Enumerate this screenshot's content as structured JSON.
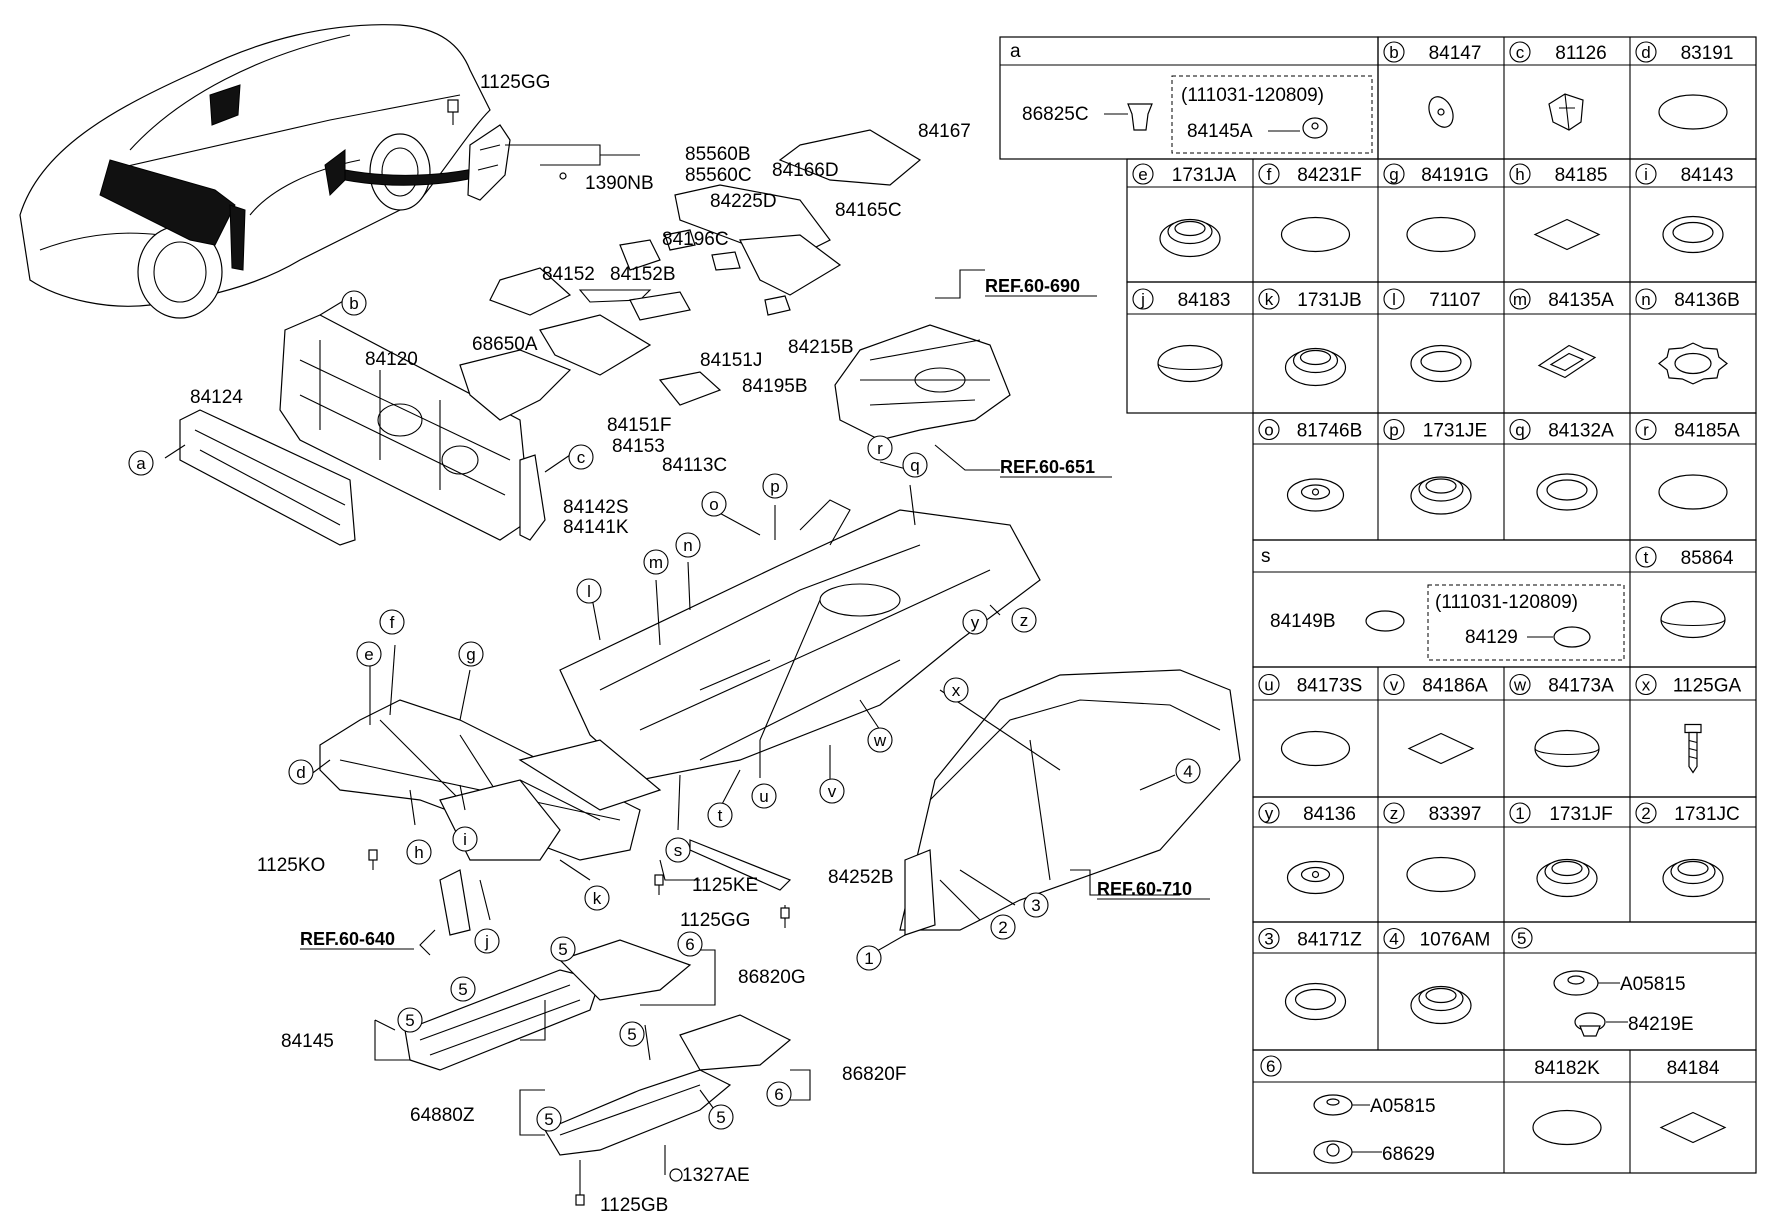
{
  "diagram": {
    "refs": [
      "REF.60-690",
      "REF.60-651",
      "REF.60-640",
      "REF.60-710"
    ],
    "parts": [
      {
        "id": "p1",
        "text": "1125GG"
      },
      {
        "id": "p2",
        "text": "85560B"
      },
      {
        "id": "p3",
        "text": "85560C"
      },
      {
        "id": "p4",
        "text": "1390NB"
      },
      {
        "id": "p5",
        "text": "84167"
      },
      {
        "id": "p6",
        "text": "84166D"
      },
      {
        "id": "p7",
        "text": "84225D"
      },
      {
        "id": "p8",
        "text": "84165C"
      },
      {
        "id": "p9",
        "text": "84196C"
      },
      {
        "id": "p10",
        "text": "84152"
      },
      {
        "id": "p11",
        "text": "84152B"
      },
      {
        "id": "p12",
        "text": "84215B"
      },
      {
        "id": "p13",
        "text": "84151J"
      },
      {
        "id": "p14",
        "text": "84195B"
      },
      {
        "id": "p15",
        "text": "84151F"
      },
      {
        "id": "p16",
        "text": "84153"
      },
      {
        "id": "p17",
        "text": "84113C"
      },
      {
        "id": "p18",
        "text": "68650A"
      },
      {
        "id": "p19",
        "text": "84120"
      },
      {
        "id": "p20",
        "text": "84124"
      },
      {
        "id": "p21",
        "text": "84142S"
      },
      {
        "id": "p22",
        "text": "84141K"
      },
      {
        "id": "p23",
        "text": "1125KO"
      },
      {
        "id": "p24",
        "text": "1125KE"
      },
      {
        "id": "p25",
        "text": "84252B"
      },
      {
        "id": "p26",
        "text": "1125GG"
      },
      {
        "id": "p27",
        "text": "86820G"
      },
      {
        "id": "p28",
        "text": "84145"
      },
      {
        "id": "p29",
        "text": "86820F"
      },
      {
        "id": "p30",
        "text": "64880Z"
      },
      {
        "id": "p31",
        "text": "1327AE"
      },
      {
        "id": "p32",
        "text": "1125GB"
      }
    ],
    "callouts": [
      {
        "id": "c1",
        "text": "a"
      },
      {
        "id": "c2",
        "text": "b"
      },
      {
        "id": "c3",
        "text": "c"
      },
      {
        "id": "c4",
        "text": "d"
      },
      {
        "id": "c5",
        "text": "e"
      },
      {
        "id": "c6",
        "text": "f"
      },
      {
        "id": "c7",
        "text": "g"
      },
      {
        "id": "c8",
        "text": "h"
      },
      {
        "id": "c9",
        "text": "i"
      },
      {
        "id": "c10",
        "text": "j"
      },
      {
        "id": "c11",
        "text": "k"
      },
      {
        "id": "c12",
        "text": "l"
      },
      {
        "id": "c13",
        "text": "m"
      },
      {
        "id": "c14",
        "text": "n"
      },
      {
        "id": "c15",
        "text": "o"
      },
      {
        "id": "c16",
        "text": "p"
      },
      {
        "id": "c17",
        "text": "q"
      },
      {
        "id": "c18",
        "text": "r"
      },
      {
        "id": "c19",
        "text": "s"
      },
      {
        "id": "c20",
        "text": "t"
      },
      {
        "id": "c21",
        "text": "u"
      },
      {
        "id": "c22",
        "text": "v"
      },
      {
        "id": "c23",
        "text": "w"
      },
      {
        "id": "c24",
        "text": "x"
      },
      {
        "id": "c25",
        "text": "y"
      },
      {
        "id": "c26",
        "text": "z"
      },
      {
        "id": "c27",
        "text": "1"
      },
      {
        "id": "c28",
        "text": "2"
      },
      {
        "id": "c29",
        "text": "3"
      },
      {
        "id": "c30",
        "text": "4"
      },
      {
        "id": "c31",
        "text": "5"
      },
      {
        "id": "c32",
        "text": "5"
      },
      {
        "id": "c33",
        "text": "5"
      },
      {
        "id": "c34",
        "text": "5"
      },
      {
        "id": "c35",
        "text": "5"
      },
      {
        "id": "c36",
        "text": "5"
      },
      {
        "id": "c37",
        "text": "6"
      },
      {
        "id": "c38",
        "text": "6"
      }
    ]
  },
  "legend": {
    "a": {
      "key": "a",
      "left": "86825C",
      "date": "(111031-120809)",
      "right": "84145A"
    },
    "s": {
      "key": "s",
      "left": "84149B",
      "date": "(111031-120809)",
      "right": "84129"
    },
    "five": {
      "key": "5",
      "top": "A05815",
      "bottom": "84219E"
    },
    "six": {
      "key": "6",
      "top": "A05815",
      "bottom": "68629"
    },
    "cells": [
      {
        "id": "b",
        "key": "b",
        "code": "84147",
        "shape": "washer"
      },
      {
        "id": "c",
        "key": "c",
        "code": "81126",
        "shape": "clip"
      },
      {
        "id": "d",
        "key": "d",
        "code": "83191",
        "shape": "oval"
      },
      {
        "id": "e",
        "key": "e",
        "code": "1731JA",
        "shape": "grommet"
      },
      {
        "id": "f",
        "key": "f",
        "code": "84231F",
        "shape": "oval"
      },
      {
        "id": "g",
        "key": "g",
        "code": "84191G",
        "shape": "oval"
      },
      {
        "id": "h",
        "key": "h",
        "code": "84185",
        "shape": "diamond"
      },
      {
        "id": "i",
        "key": "i",
        "code": "84143",
        "shape": "ring"
      },
      {
        "id": "j",
        "key": "j",
        "code": "84183",
        "shape": "disc"
      },
      {
        "id": "k",
        "key": "k",
        "code": "1731JB",
        "shape": "grommet"
      },
      {
        "id": "l",
        "key": "l",
        "code": "71107",
        "shape": "ring"
      },
      {
        "id": "m",
        "key": "m",
        "code": "84135A",
        "shape": "rect"
      },
      {
        "id": "n",
        "key": "n",
        "code": "84136B",
        "shape": "gear"
      },
      {
        "id": "o",
        "key": "o",
        "code": "81746B",
        "shape": "cap"
      },
      {
        "id": "p",
        "key": "p",
        "code": "1731JE",
        "shape": "grommet"
      },
      {
        "id": "q",
        "key": "q",
        "code": "84132A",
        "shape": "ring"
      },
      {
        "id": "r",
        "key": "r",
        "code": "84185A",
        "shape": "oval"
      },
      {
        "id": "t",
        "key": "t",
        "code": "85864",
        "shape": "disc"
      },
      {
        "id": "u",
        "key": "u",
        "code": "84173S",
        "shape": "oval"
      },
      {
        "id": "v",
        "key": "v",
        "code": "84186A",
        "shape": "diamond"
      },
      {
        "id": "w",
        "key": "w",
        "code": "84173A",
        "shape": "disc"
      },
      {
        "id": "x",
        "key": "x",
        "code": "1125GA",
        "shape": "bolt"
      },
      {
        "id": "y",
        "key": "y",
        "code": "84136",
        "shape": "cap"
      },
      {
        "id": "z",
        "key": "z",
        "code": "83397",
        "shape": "oval"
      },
      {
        "id": "n1",
        "key": "1",
        "code": "1731JF",
        "shape": "grommet"
      },
      {
        "id": "n2",
        "key": "2",
        "code": "1731JC",
        "shape": "grommet"
      },
      {
        "id": "n3",
        "key": "3",
        "code": "84171Z",
        "shape": "ring"
      },
      {
        "id": "n4",
        "key": "4",
        "code": "1076AM",
        "shape": "grommet"
      },
      {
        "id": "k1",
        "key": "",
        "code": "84182K",
        "shape": "oval"
      },
      {
        "id": "k2",
        "key": "",
        "code": "84184",
        "shape": "diamond"
      }
    ]
  }
}
